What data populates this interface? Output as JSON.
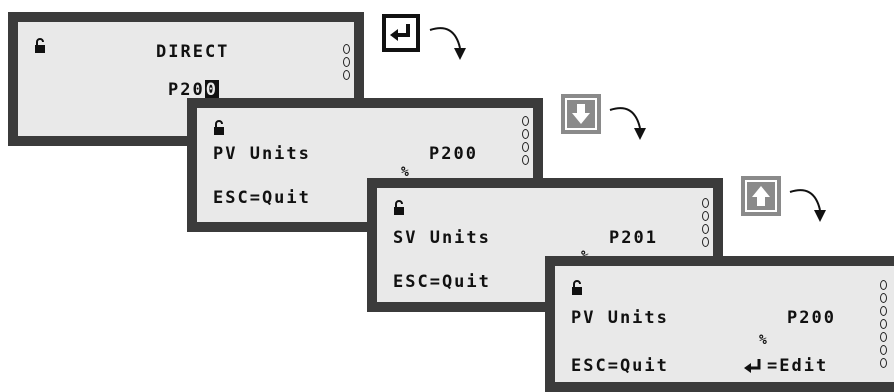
{
  "screens": [
    {
      "title": "DIRECT",
      "param_prefix": "P20",
      "param_cursor": "0"
    },
    {
      "label": "PV Units",
      "param": "P200",
      "unit": "%",
      "esc": "ESC=Quit"
    },
    {
      "label": "SV Units",
      "param": "P201",
      "unit": "%",
      "esc": "ESC=Quit"
    },
    {
      "label": "PV Units",
      "param": "P200",
      "unit": "%",
      "esc": "ESC=Quit",
      "edit": "=Edit"
    }
  ],
  "keys": [
    {
      "icon": "enter-key-icon",
      "color": "#111111"
    },
    {
      "icon": "arrow-down-key-icon",
      "color": "#8a8a8a"
    },
    {
      "icon": "arrow-up-key-icon",
      "color": "#8a8a8a"
    }
  ]
}
